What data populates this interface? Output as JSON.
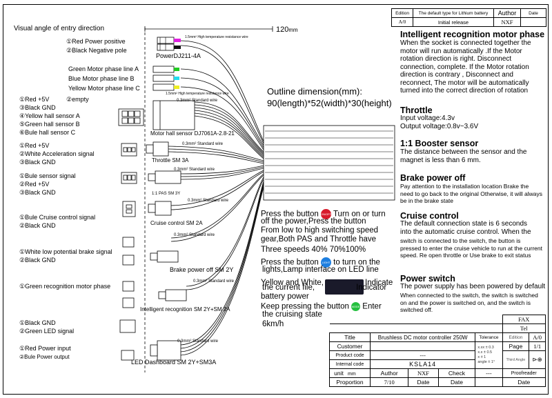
{
  "revision_table": {
    "col1_header": "Edition",
    "col2_header": "The default type for Lithium battery",
    "col3_header": "Author",
    "col4_header": "Date",
    "row_edition": "A/0",
    "row_desc": "Initial release",
    "row_author": "NXF",
    "row_date": ""
  },
  "left": {
    "visual_angle": "Visual angle of entry direction",
    "dim_120": "120",
    "dim_unit": "mm",
    "power_pos": "①Red   Power positive",
    "power_neg": "②Black  Negative pole",
    "power_wire": "1.5mm² High temperature resistance wire",
    "power_name": "PowerDJ211-4A",
    "motor_a": "Green Motor phase line A",
    "motor_b": "Blue  Motor phase line B",
    "motor_c": "Yellow  Motor phase line C",
    "motor_wire": "1.5mm² High temperature resistance wire",
    "hall_1": "①Red +5V",
    "hall_2": "②empty",
    "hall_3": "③Black GND",
    "hall_4": "④Yellow hall sensor A",
    "hall_5": "⑤Green hall sensor B",
    "hall_6": "⑥Bule hall sensor C",
    "hall_wire": "0.3mm² Standard wire",
    "hall_name": "Motor hall sensor DJ7061A-2.8-21",
    "thr_1": "①Red  +5V",
    "thr_2": "②White Acceleration signal",
    "thr_3": "③Black GND",
    "thr_wire": "0.3mm² Standard wire",
    "thr_name": "Throttle SM 3A",
    "pas_1": "①Bule sensor signal",
    "pas_2": "②Red +5V",
    "pas_3": "③Black GND",
    "pas_wire": "0.3mm² Standard wire",
    "pas_name": "1:1 PAS SM 3Y",
    "cru_1": "①Bule Cruise control signal",
    "cru_2": "②Black GND",
    "cru_wire": "0.3mm² Standard wire",
    "cru_name": "Cruise control SM 2A",
    "brk_1": "①White  low potential brake signal",
    "brk_2": "②Black GND",
    "brk_wire": "0.3mm² Standard wire",
    "brk_name": "Brake power off SM 2Y",
    "irm_1": "①Green  recognition motor phase",
    "irm_wire": "0.3mm² Standard wire",
    "irm_name": "Intelligent recognition SM 2Y+SM 2A",
    "led_1": "①Black GND",
    "led_2": "②Green LED signal",
    "pwr_1": "①Red Power input",
    "pwr_2": "②Bule Power output",
    "led_wire": "0.3mm² Standard wire",
    "led_name": "LED Dashboard SM 2Y+SM3A"
  },
  "outline": {
    "title": "Outline dimension(mm):",
    "dims": "90(length)*52(width)*30(height)"
  },
  "instructions": {
    "l1a": "Press the button",
    "l1b": "Turn on or turn",
    "l2": "off the power,Press the button",
    "l3": "From low to high switching speed",
    "l4": "gear,Both PAS and Throttle have",
    "l5": "Three speeds 40% 70%100%",
    "l6a": "Press the button",
    "l6b": "to turn on the",
    "l7": "lights,Lamp interface on LED line",
    "l8a": "Yellow and White,",
    "l8b": "Indicate",
    "l9a": "the current file,",
    "l9b": "Indicator",
    "l10": "battery power",
    "l11a": "Keep pressing the button",
    "l11b": "Enter",
    "l12": "the cruising state",
    "l13": "6km/h",
    "btn_power": "ON/OFF",
    "btn_light": "LIGHT",
    "btn_mode": "MODE"
  },
  "right": {
    "s1_title": "Intelligent recognition motor phase",
    "s1_body": "When the socket is connected together the motor will run automatically .If the Motor rotation direction is right. Disconnect connection, complete. If the Motor rotation direction  is contrary , Disconnect and reconnect, The motor will be automatically turned into the correct direction of rotation",
    "s2_title": "Throttle",
    "s2_l1": "Input voltage:4.3v",
    "s2_l2": "Output voltage:0.8v~3.6V",
    "s3_title": "1:1 Booster sensor",
    "s3_body": "The distance between the sensor and the magnet is less than 6 mm.",
    "s4_title": "Brake power off",
    "s4_body": "Pay attention to the installation location Brake the need to go back to the original Otherwise, it will always be in the brake state",
    "s5_title": "Cruise control",
    "s5_l1": "The default connection state is 6 seconds",
    "s5_l2": "into the automatic cruise control. When the",
    "s5_body": "switch is connected to the switch, the button is pressed to enter the cruise vehicle to run at the current speed. Re open throttle or Use brake to exit status",
    "s6_title": "Power switch",
    "s6_l1": "The power supply has been powered by default",
    "s6_body": "When connected to the switch, the switch is switched on and the power is switched on, and the switch is switched off."
  },
  "title_block": {
    "fax": "FAX",
    "tel": "Tel",
    "title_label": "Title",
    "title_value": "Brushless DC motor controller 250W",
    "tolerance": "Tolerance",
    "edition_label": "Edition",
    "edition_value": "A/0",
    "customer_label": "Customer",
    "tol_1": "x.xx ± 0.3",
    "tol_2": "x.x ± 0.5",
    "tol_3": "x ± 1",
    "tol_4": "angle ± 1°",
    "page_label": "Page",
    "page_value": "1/1",
    "product_code_label": "Product code",
    "product_code_value": "---",
    "internal_code_label": "Internal code",
    "internal_code_value": "KSLA14",
    "third_angle": "Third Angle",
    "unit_label": "unit",
    "unit_value": "mm",
    "author_label": "Author",
    "author_value": "NXF",
    "check_label": "Check",
    "check_value": "---",
    "proofreader_label": "Proofreader",
    "proportion_label": "Proportion",
    "proportion_value": "7/10",
    "date_label": "Date",
    "date2_label": "Date",
    "date3_label": "Date"
  }
}
